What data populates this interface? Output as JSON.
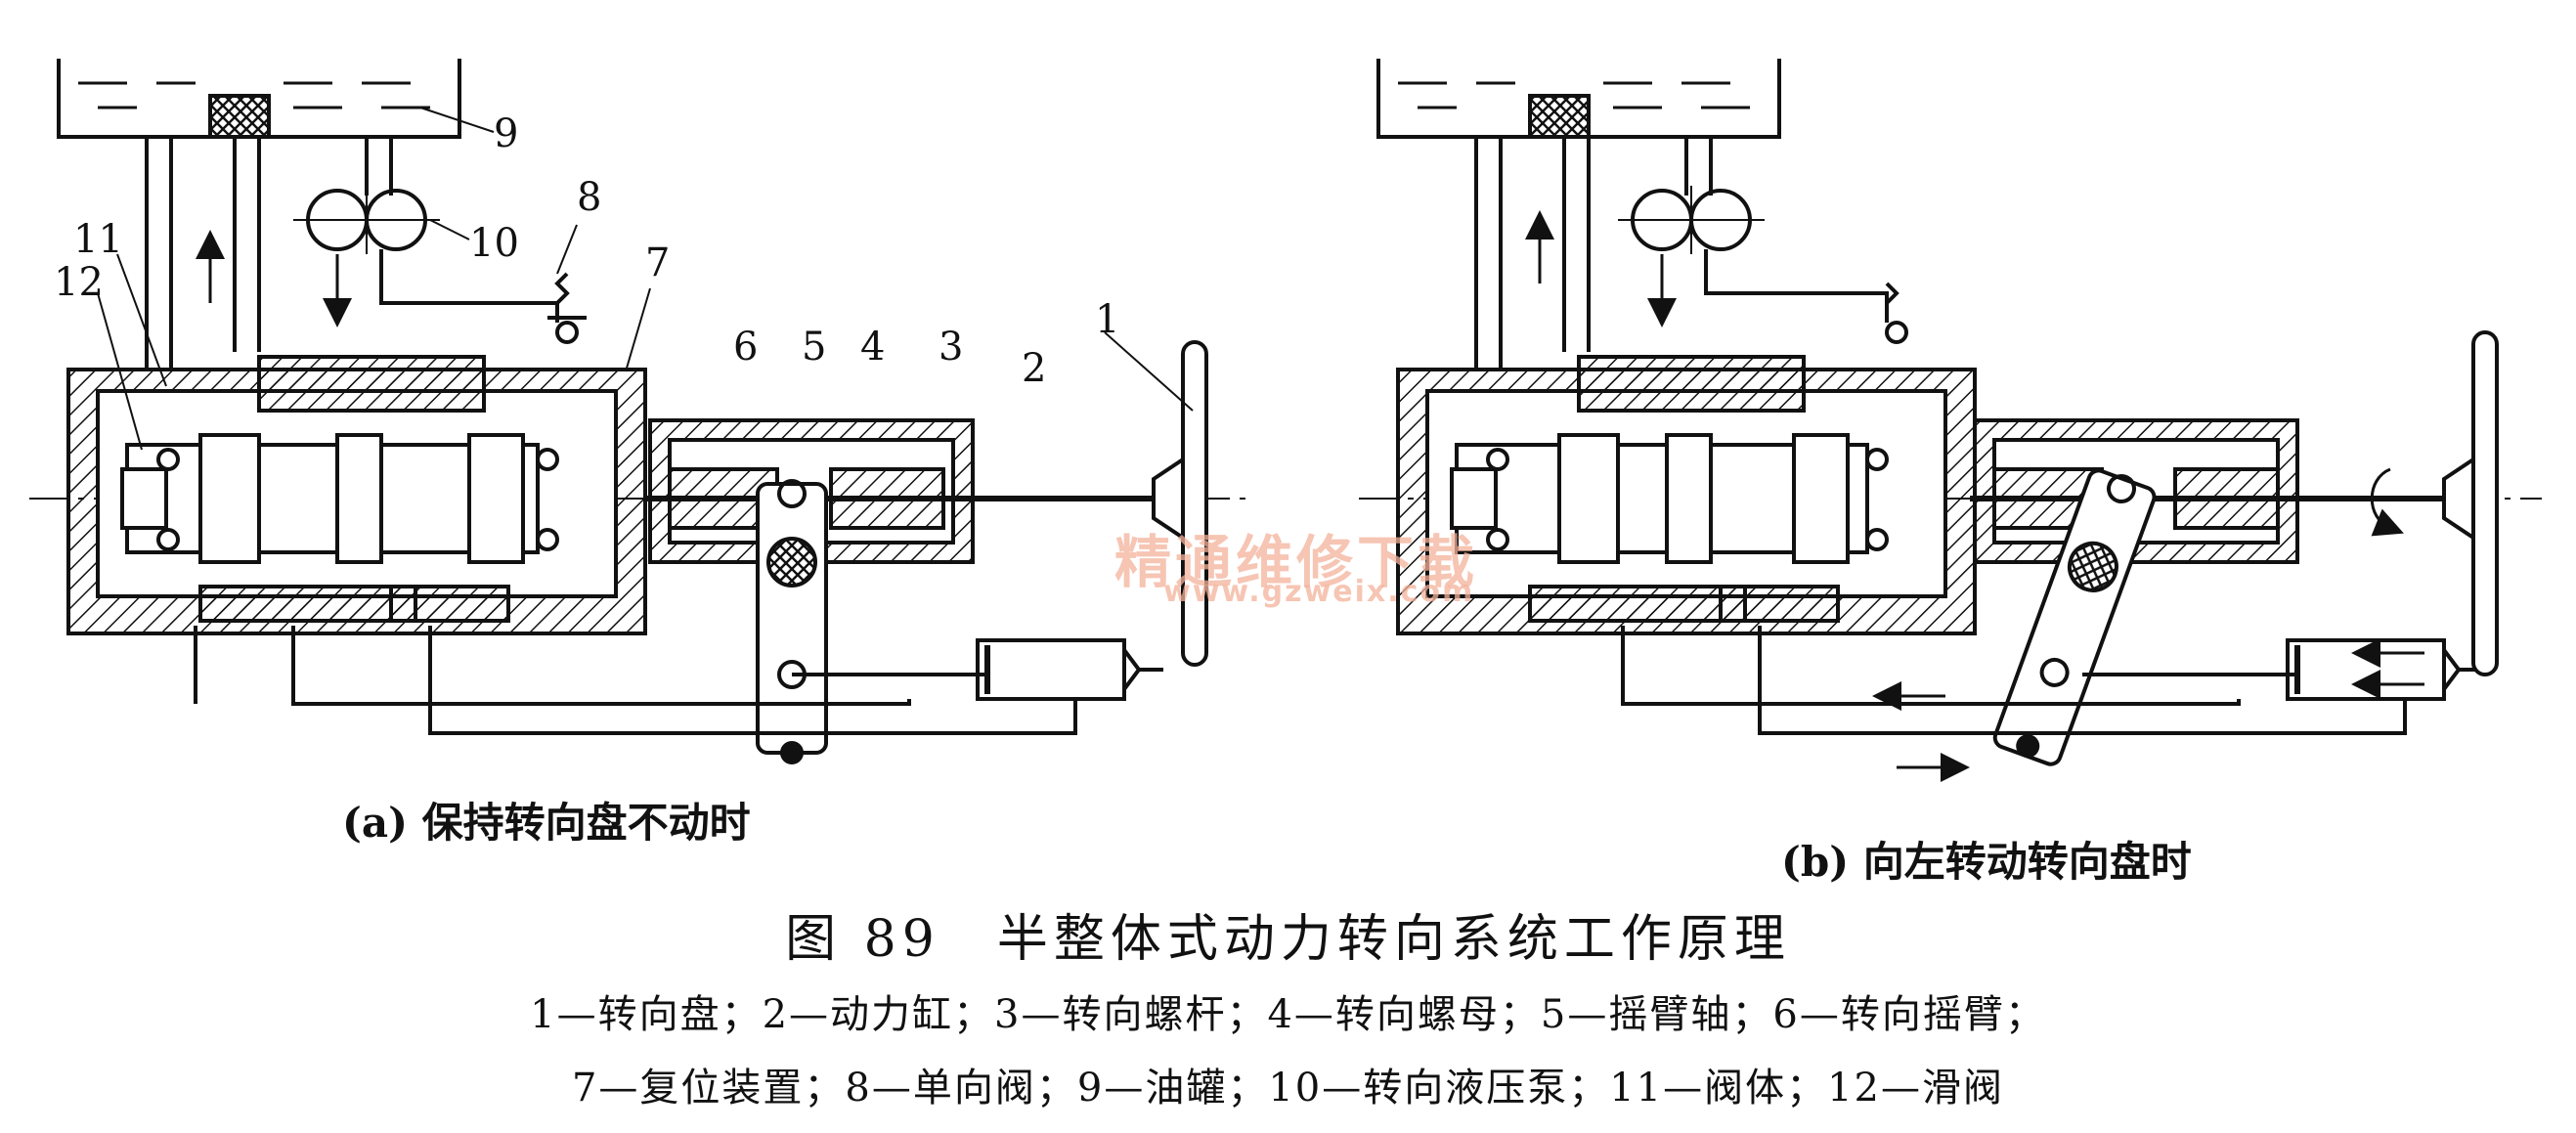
{
  "diagram": {
    "callouts": [
      "1",
      "2",
      "3",
      "4",
      "5",
      "6",
      "7",
      "8",
      "9",
      "10",
      "11",
      "12"
    ],
    "subcaption_a": "(a) 保持转向盘不动时",
    "subcaption_b": "(b) 向左转动转向盘时",
    "figure_title": "图 89　半整体式动力转向系统工作原理",
    "legend_line_1": "1—转向盘；2—动力缸；3—转向螺杆；4—转向螺母；5—摇臂轴；6—转向摇臂；",
    "legend_line_2": "7—复位装置；8—单向阀；9—油罐；10—转向液压泵；11—阀体；12—滑阀"
  },
  "watermark": {
    "name": "精通维修下载",
    "url": "www.gzweix.com",
    "color": "#f3b29a"
  }
}
